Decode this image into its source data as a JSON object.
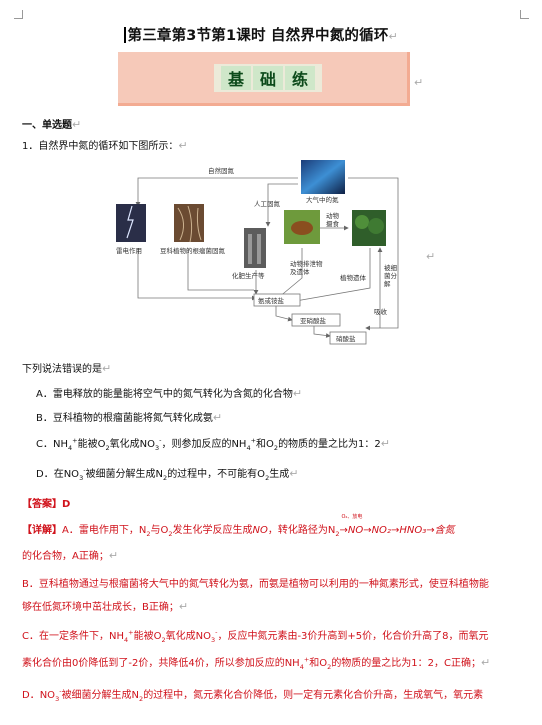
{
  "title": "第三章第3节第1课时  自然界中氮的循环",
  "banner_text": [
    "基",
    "础",
    "练"
  ],
  "section_heading": "一、单选题",
  "question": {
    "stem": "1．自然界中氮的循环如下图所示：",
    "prompt": "下列说法错误的是",
    "options": {
      "A": "A．雷电释放的能量能将空气中的氮气转化为含氮的化合物",
      "B": "B．豆科植物的根瘤菌能将氮气转化成氨",
      "C_pre": "C．NH",
      "C_mid1": "能被O",
      "C_mid2": "氧化成NO",
      "C_mid3": "，则参加反应的NH",
      "C_mid4": "和O",
      "C_post": "的物质的量之比为1：2",
      "D_pre": "D．在NO",
      "D_mid": "被细菌分解生成N",
      "D_post": "的过程中，不可能有O",
      "D_end": "生成"
    }
  },
  "figure": {
    "labels": {
      "natural_fix": "自然固氮",
      "atmosphere": "大气中的氮",
      "artificial_fix": "人工固氮",
      "lightning": "雷电作用",
      "legume": "豆科植物的根瘤菌固氮",
      "fertilizer": "化肥生产等",
      "animal_eat": "动物摄食",
      "animal_waste": "动物排泄物及遗体",
      "plant_remains": "植物遗体",
      "bacteria": "被细菌分解",
      "ammonia": "氨或铵盐",
      "nitrite": "亚硝酸盐",
      "nitrate": "硝酸盐",
      "absorb": "吸收"
    }
  },
  "answer": {
    "label": "【答案】D",
    "explain_label": "【详解】",
    "A_line1_a": "A．雷电作用下，N",
    "A_line1_b": "与O",
    "A_line1_c": "发生化学反应生成",
    "A_line1_d": "NO",
    "A_line1_e": "，转化路径为N",
    "A_chain": "→NO→NO₂→HNO₃→含氮",
    "A_cond": "O₂、放电",
    "A_line2": "的化合物，A正确；",
    "B_line1": "B．豆科植物通过与根瘤菌将大气中的氮气转化为氨，而氨是植物可以利用的一种氮素形式，使豆科植物能",
    "B_line2": "够在低氮环境中茁壮成长，B正确；",
    "C_line1_a": "C．在一定条件下，NH",
    "C_line1_b": "能被O",
    "C_line1_c": "氧化成NO",
    "C_line1_d": "，反应中氮元素由-3价升高到+5价，化合价升高了8，而氧元",
    "C_line2_a": "素化合价由0价降低到了-2价，共降低4价，所以参加反应的NH",
    "C_line2_b": "和O",
    "C_line2_c": "的物质的量之比为1：2，C正确；",
    "D_line1_a": "D．NO",
    "D_line1_b": "被细菌分解生成N",
    "D_line1_c": "的过程中，氮元素化合价降低，则一定有元素化合价升高，生成氧气，氧元素"
  },
  "colors": {
    "answer_red": "#d0121b",
    "banner_bg": "#f6c9b9",
    "banner_text": "#0c4a1a"
  }
}
